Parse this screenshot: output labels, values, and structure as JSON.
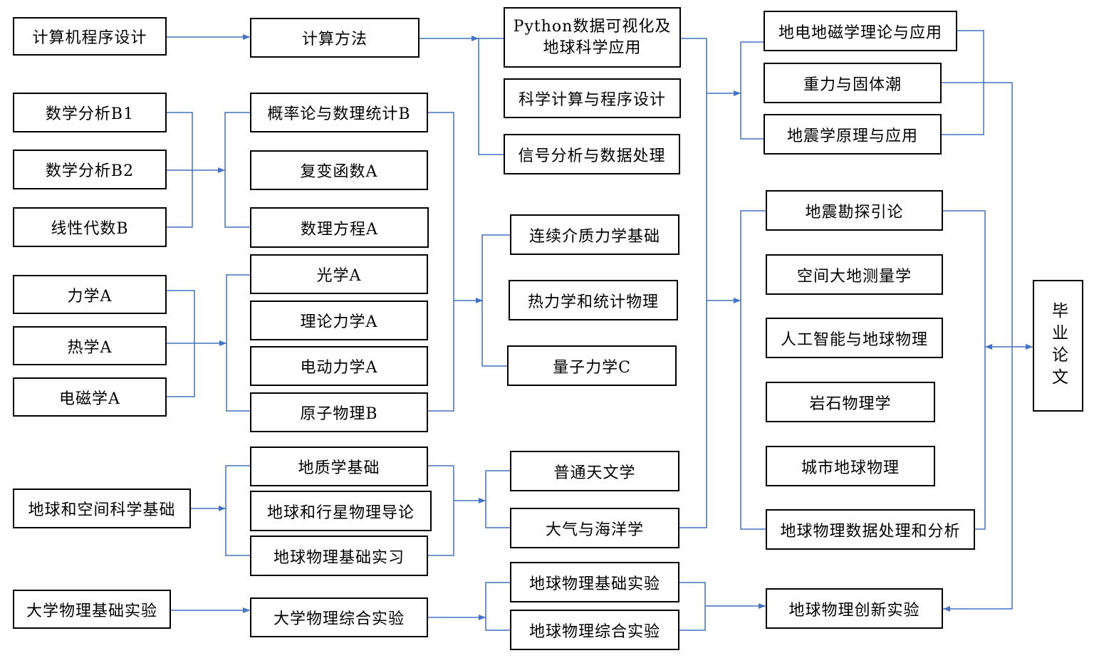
{
  "colors": {
    "connector": "#4472C4",
    "box_border": "#000000",
    "background": "#FFFFFF"
  },
  "column_1": [
    "计算机程序设计",
    "数学分析B1",
    "数学分析B2",
    "线性代数B",
    "力学A",
    "热学A",
    "电磁学A",
    "地球和空间科学基础",
    "大学物理基础实验"
  ],
  "column_2": [
    "计算方法",
    "概率论与数理统计B",
    "复变函数A",
    "数理方程A",
    "光学A",
    "理论力学A",
    "电动力学A",
    "原子物理B",
    "地质学基础",
    "地球和行星物理导论",
    "地球物理基础实习",
    "大学物理综合实验"
  ],
  "column_3": [
    "Python数据可视化及\n地球科学应用",
    "科学计算与程序设计",
    "信号分析与数据处理",
    "连续介质力学基础",
    "热力学和统计物理",
    "量子力学C",
    "普通天文学",
    "大气与海洋学",
    "地球物理基础实验",
    "地球物理综合实验"
  ],
  "column_4": [
    "地电地磁学理论与应用",
    "重力与固体潮",
    "地震学原理与应用",
    "地震勘探引论",
    "空间大地测量学",
    "人工智能与地球物理",
    "岩石物理学",
    "城市地球物理",
    "地球物理数据处理和分析",
    "地球物理创新实验"
  ],
  "column_5": [
    "毕业论文"
  ]
}
